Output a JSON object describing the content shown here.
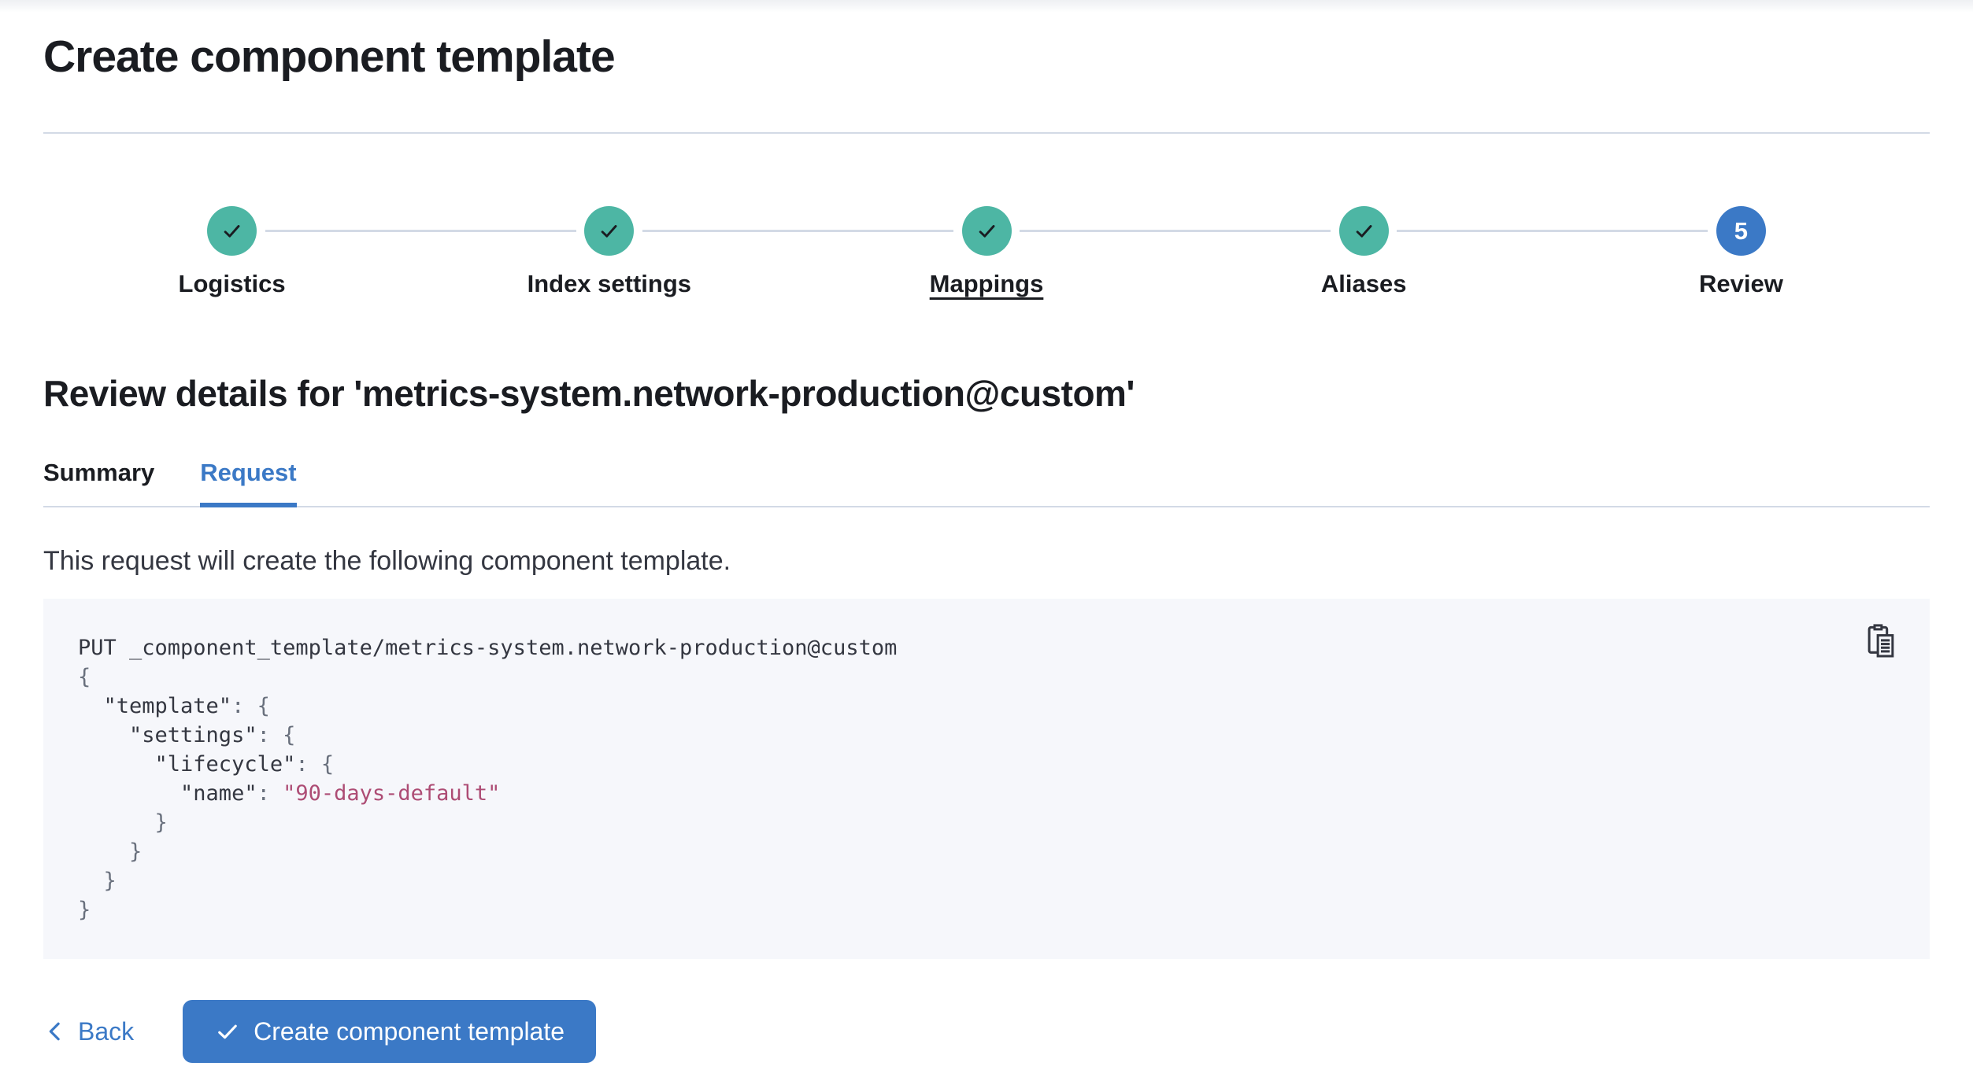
{
  "colors": {
    "primary": "#3b79c6",
    "success": "#4db6a4",
    "border": "#d3dae6",
    "code_bg": "#f6f7fb",
    "code_string": "#ad4c74",
    "text": "#1a1c21",
    "body_text": "#343741"
  },
  "page": {
    "title": "Create component template"
  },
  "stepper": {
    "steps": [
      {
        "label": "Logistics",
        "status": "complete",
        "icon": "check-icon"
      },
      {
        "label": "Index settings",
        "status": "complete",
        "icon": "check-icon"
      },
      {
        "label": "Mappings",
        "status": "complete",
        "icon": "check-icon",
        "underlined": true
      },
      {
        "label": "Aliases",
        "status": "complete",
        "icon": "check-icon"
      },
      {
        "label": "Review",
        "status": "current",
        "number": "5"
      }
    ]
  },
  "review": {
    "heading": "Review details for 'metrics-system.network-production@custom'",
    "tabs": [
      {
        "label": "Summary",
        "active": false
      },
      {
        "label": "Request",
        "active": true
      }
    ],
    "description": "This request will create the following component template."
  },
  "code": {
    "copy_icon": "clipboard-icon",
    "lines": [
      [
        {
          "text": "PUT _component_template/metrics-system.network-production@custom",
          "style": "plain"
        }
      ],
      [
        {
          "text": "{",
          "style": "punct"
        }
      ],
      [
        {
          "text": "  \"template\"",
          "style": "plain"
        },
        {
          "text": ": {",
          "style": "punct"
        }
      ],
      [
        {
          "text": "    \"settings\"",
          "style": "plain"
        },
        {
          "text": ": {",
          "style": "punct"
        }
      ],
      [
        {
          "text": "      \"lifecycle\"",
          "style": "plain"
        },
        {
          "text": ": {",
          "style": "punct"
        }
      ],
      [
        {
          "text": "        \"name\"",
          "style": "plain"
        },
        {
          "text": ": ",
          "style": "punct"
        },
        {
          "text": "\"90-days-default\"",
          "style": "string"
        }
      ],
      [
        {
          "text": "      }",
          "style": "punct"
        }
      ],
      [
        {
          "text": "    }",
          "style": "punct"
        }
      ],
      [
        {
          "text": "  }",
          "style": "punct"
        }
      ],
      [
        {
          "text": "}",
          "style": "punct"
        }
      ]
    ]
  },
  "footer": {
    "back_label": "Back",
    "submit_label": "Create component template"
  }
}
